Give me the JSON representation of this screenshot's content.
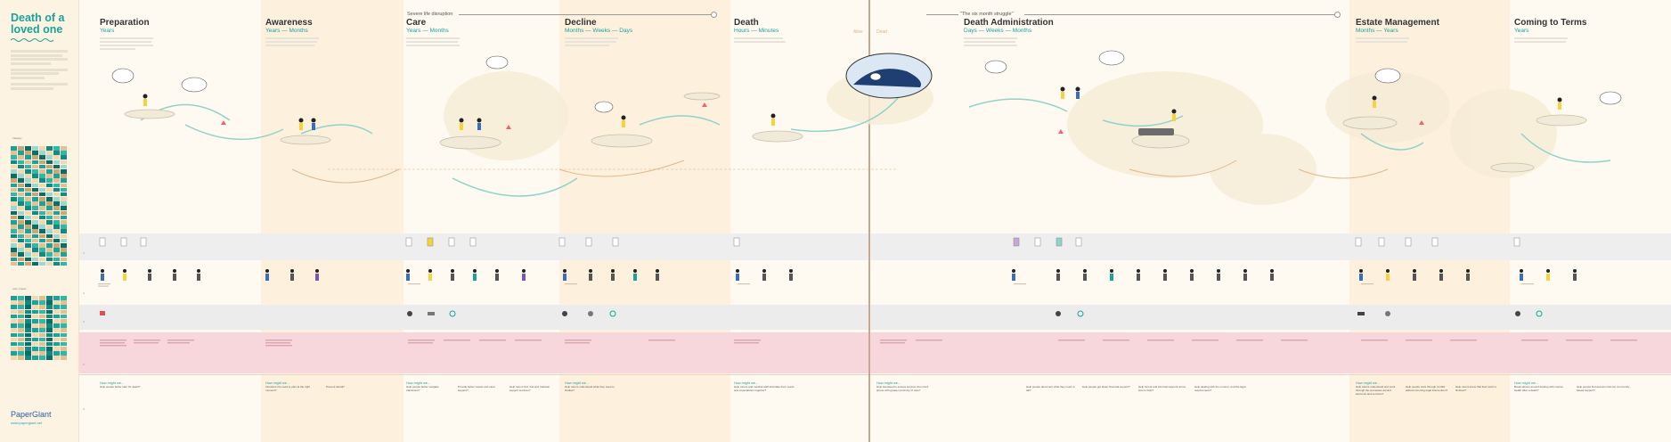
{
  "sidebar": {
    "title_line1": "Death of a",
    "title_line2": "loved one",
    "key_label_1": "Category",
    "key_label_2": "Loss / Impact",
    "brand": "PaperGlant",
    "brand_url": "www.paperglant.net"
  },
  "header_notes": {
    "disruption": "Severe life disruption",
    "struggle": "\"The six month struggle\"",
    "alive": "Alive",
    "dead": "Dead"
  },
  "stages": [
    {
      "title": "Preparation",
      "sub": "Years"
    },
    {
      "title": "Awareness",
      "sub": "Years — Months"
    },
    {
      "title": "Care",
      "sub": "Years — Months"
    },
    {
      "title": "Decline",
      "sub": "Months — Weeks — Days"
    },
    {
      "title": "Death",
      "sub": "Hours — Minutes"
    },
    {
      "title": "Death Administration",
      "sub": "Days — Weeks — Months"
    },
    {
      "title": "Estate Management",
      "sub": "Months — Years"
    },
    {
      "title": "Coming to Terms",
      "sub": "Years"
    }
  ],
  "questions": [
    {
      "title": "How might we...",
      "items": [
        "Help people better plan for death?"
      ]
    },
    {
      "title": "How might we...",
      "items": [
        "Introduce the need to plan at the right moment?",
        "Prevent denial?"
      ]
    },
    {
      "title": "How might we...",
      "items": [
        "Help people better navigate transitions?",
        "Provide better respite and carer support?",
        "Help carers find, link and maintain support services?"
      ]
    },
    {
      "title": "How might we...",
      "items": [
        "Help carers understand what they need to finalise?"
      ]
    },
    {
      "title": "How might we...",
      "items": [
        "Help carers and medical staff articulate their needs and expectations together?"
      ]
    },
    {
      "title": "How might we...",
      "items": [
        "Help bereaved to access services from their phone with greater proximity of care?",
        "Help people document what they need to tell?",
        "Help people get faster financial support?",
        "Help formal and informal supports know how to help?",
        "Help dealing with the coroner, and the legal requirements?"
      ]
    },
    {
      "title": "How might we...",
      "items": [
        "Help carers understand and work through the processes around accounts and services?",
        "Help people work through conflict without incurring legal intervention?",
        "Help carers know that their work is finished?"
      ]
    },
    {
      "title": "How might we...",
      "items": [
        "Break taboos around dealing with mental health after a death?",
        "Help people find access informal, community based support?"
      ]
    }
  ],
  "colors": {
    "teal": "#1aa39a",
    "peach_band": "#fdf1de",
    "grey_band": "#ededed",
    "pink_band": "#f8d7dc",
    "cloud": "#f6ecd6"
  }
}
